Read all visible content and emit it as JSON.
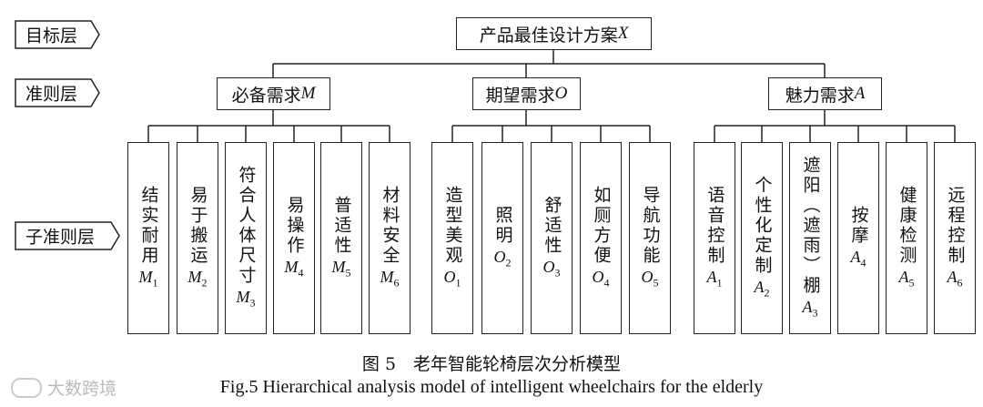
{
  "levels": {
    "goal": "目标层",
    "criteria": "准则层",
    "subcriteria": "子准则层"
  },
  "goal": {
    "text": "产品最佳设计方案",
    "var": "X"
  },
  "criteria": [
    {
      "text": "必备需求",
      "var": "M"
    },
    {
      "text": "期望需求",
      "var": "O"
    },
    {
      "text": "魅力需求",
      "var": "A"
    }
  ],
  "subcriteria": [
    {
      "name": "结实耐用",
      "letter": "M",
      "sub": "1"
    },
    {
      "name": "易于搬运",
      "letter": "M",
      "sub": "2"
    },
    {
      "name": "符合人体尺寸",
      "letter": "M",
      "sub": "3"
    },
    {
      "name": "易操作",
      "letter": "M",
      "sub": "4"
    },
    {
      "name": "普适性",
      "letter": "M",
      "sub": "5"
    },
    {
      "name": "材料安全",
      "letter": "M",
      "sub": "6"
    },
    {
      "name": "造型美观",
      "letter": "O",
      "sub": "1"
    },
    {
      "name": "照明",
      "letter": "O",
      "sub": "2"
    },
    {
      "name": "舒适性",
      "letter": "O",
      "sub": "3"
    },
    {
      "name": "如厕方便",
      "letter": "O",
      "sub": "4"
    },
    {
      "name": "导航功能",
      "letter": "O",
      "sub": "5"
    },
    {
      "name": "语音控制",
      "letter": "A",
      "sub": "1"
    },
    {
      "name": "个性化定制",
      "letter": "A",
      "sub": "2"
    },
    {
      "name": "遮阳（遮雨）棚",
      "letter": "A",
      "sub": "3"
    },
    {
      "name": "按摩",
      "letter": "A",
      "sub": "4"
    },
    {
      "name": "健康检测",
      "letter": "A",
      "sub": "5"
    },
    {
      "name": "远程控制",
      "letter": "A",
      "sub": "6"
    }
  ],
  "caption": {
    "cn": "图 5　老年智能轮椅层次分析模型",
    "en": "Fig.5 Hierarchical analysis model of intelligent wheelchairs for the elderly"
  },
  "watermark": "大数跨境"
}
